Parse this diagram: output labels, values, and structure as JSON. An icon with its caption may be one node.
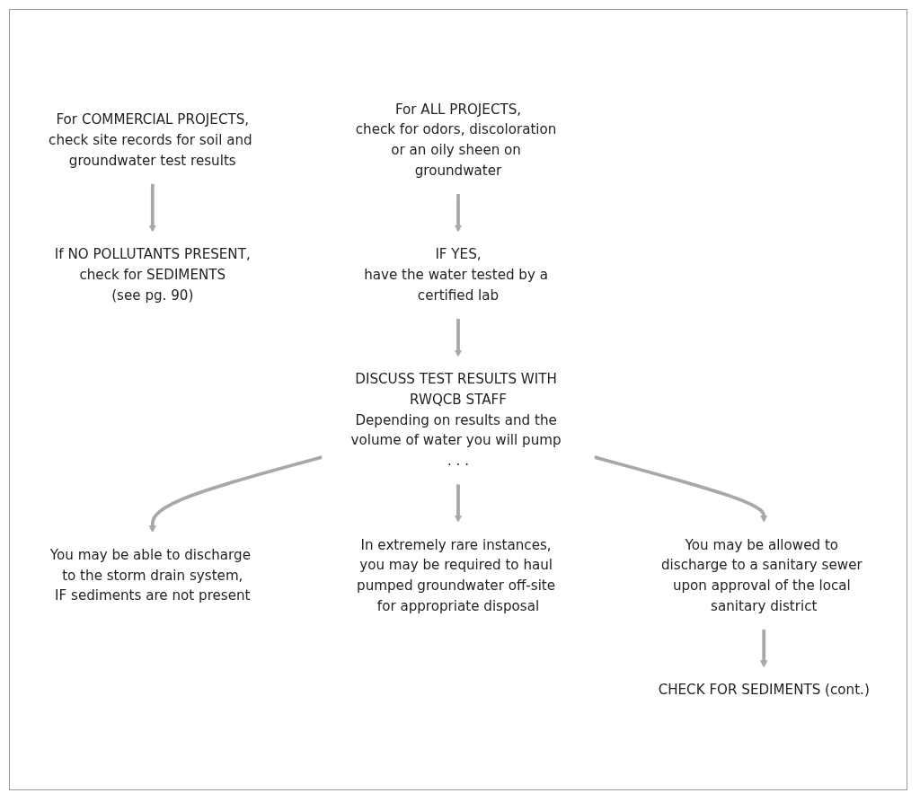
{
  "diagram": {
    "nodes": [
      {
        "text": [
          "For COMMERCIAL PROJECTS,",
          "check site records for soil and groundwater test results"
        ]
      },
      {
        "text": [
          "If NO POLLUTANTS PRESENT,",
          "check for SEDIMENTS",
          "(see pg. 90)"
        ]
      },
      {
        "text": [
          "For ALL PROJECTS,",
          "check for odors, discoloration or an oily sheen on groundwater"
        ]
      },
      {
        "text": [
          "IF YES,",
          "have the water tested by a certified lab"
        ]
      },
      {
        "text": [
          "DISCUSS TEST RESULTS WITH RWQCB STAFF",
          "Depending on results and the volume of water you will pump . . ."
        ]
      },
      {
        "text": [
          "You may be able to discharge to the storm drain system,",
          "IF sediments are not present"
        ]
      },
      {
        "text": [
          "In extremely rare instances, you may be required to haul pumped groundwater off-site for appropriate disposal"
        ]
      },
      {
        "text": [
          "You may be allowed to discharge to a sanitary sewer upon approval of the local sanitary district"
        ]
      },
      {
        "text": [
          "CHECK FOR SEDIMENTS (cont.)"
        ]
      }
    ],
    "edges": [
      {
        "from": 0,
        "to": 1,
        "arrow": "to"
      },
      {
        "from": 2,
        "to": 3,
        "arrow": "to"
      },
      {
        "from": 3,
        "to": 4,
        "arrow": "to"
      },
      {
        "from": 4,
        "to": 5,
        "arrow": "to"
      },
      {
        "from": 4,
        "to": 6,
        "arrow": "to"
      },
      {
        "from": 4,
        "to": 7,
        "arrow": "to"
      },
      {
        "from": 7,
        "to": 8,
        "arrow": "to"
      }
    ]
  }
}
